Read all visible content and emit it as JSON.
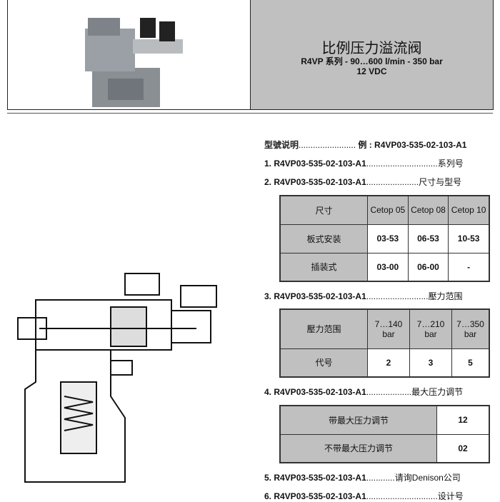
{
  "header": {
    "title": "比例压力溢流阀",
    "subtitle": "R4VP 系列  -  90…600 l/min  -  350 bar",
    "voltage": "12 VDC"
  },
  "intro": {
    "label": "型號说明",
    "dots": "........................",
    "example": "例 : R4VP03-535-02-103-A1"
  },
  "lines": [
    {
      "code": "1. R4VP03-535-02-103-A1",
      "dots": "..............................",
      "desc": "系列号"
    },
    {
      "code": "2. R4VP03-535-02-103-A1",
      "dots": "......................",
      "desc": "尺寸与型号"
    },
    {
      "code": "3. R4VP03-535-02-103-A1",
      "dots": "..........................",
      "desc": "壓力范围"
    },
    {
      "code": "4. R4VP03-535-02-103-A1",
      "dots": "...................",
      "desc": "最大压力调节"
    },
    {
      "code": "5. R4VP03-535-02-103-A1",
      "dots": "............",
      "desc": "请询Denison公司"
    },
    {
      "code": "6. R4VP03-535-02-103-A1",
      "dots": "..............................",
      "desc": "设计号"
    }
  ],
  "size_table": {
    "header": [
      "尺寸",
      "Cetop 05",
      "Cetop 08",
      "Cetop 10"
    ],
    "rows": [
      [
        "板式安装",
        "03-53",
        "06-53",
        "10-53"
      ],
      [
        "插装式",
        "03-00",
        "06-00",
        "-"
      ]
    ]
  },
  "pressure_table": {
    "header": [
      "壓力范围",
      "7…140 bar",
      "7…210 bar",
      "7…350 bar"
    ],
    "rows": [
      [
        "代号",
        "2",
        "3",
        "5"
      ]
    ]
  },
  "max_table": {
    "rows": [
      [
        "带最大压力调节",
        "12"
      ],
      [
        "不带最大压力调节",
        "02"
      ]
    ]
  }
}
